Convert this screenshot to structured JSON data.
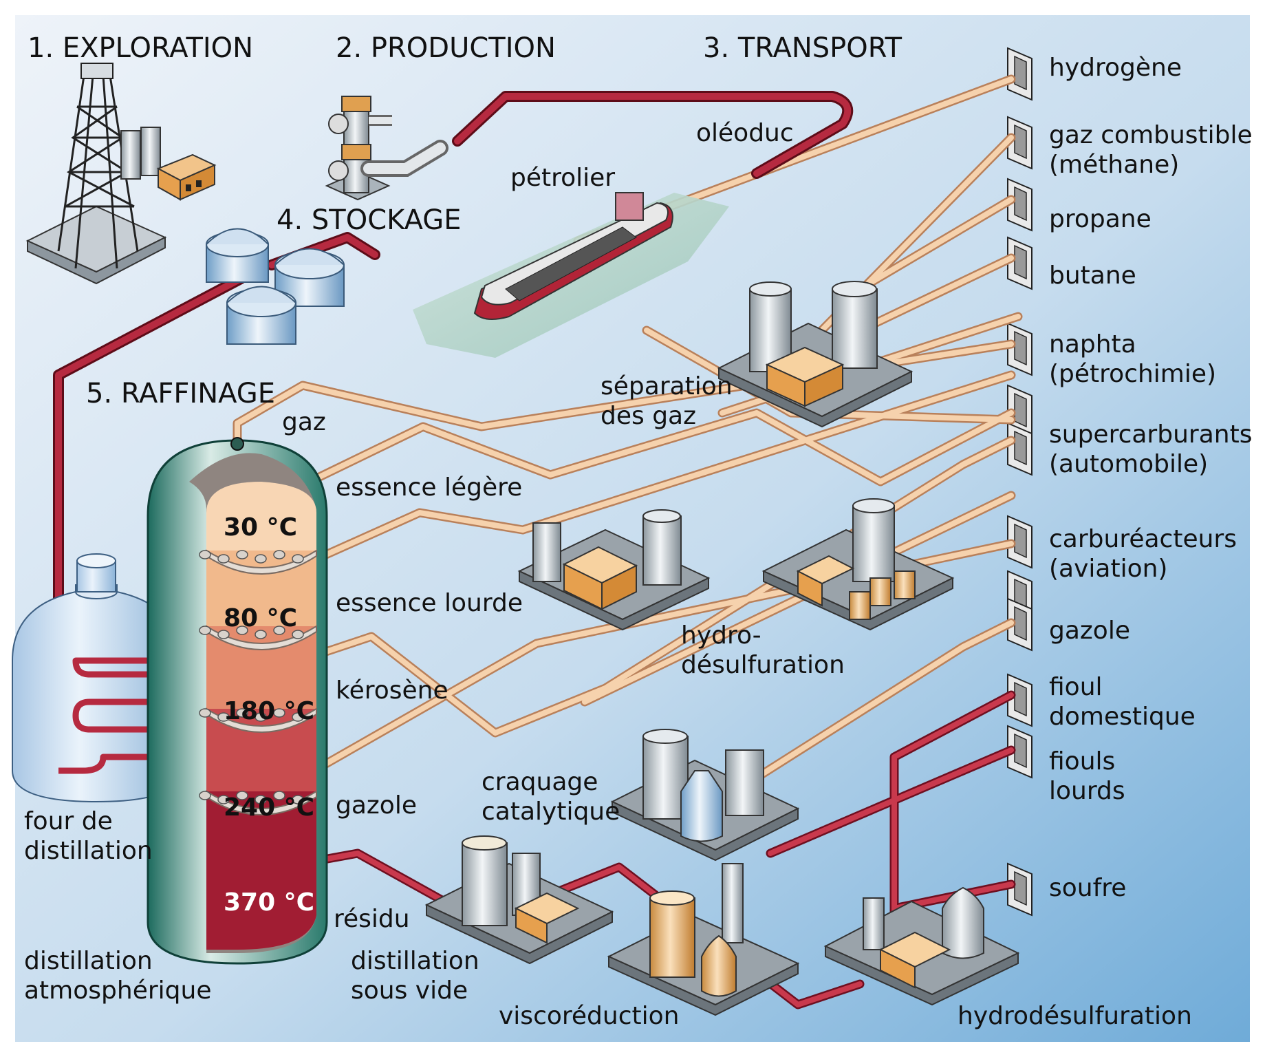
{
  "stages": {
    "exploration": "1. EXPLORATION",
    "production": "2. PRODUCTION",
    "transport": "3. TRANSPORT",
    "stockage": "4. STOCKAGE",
    "raffinage": "5. RAFFINAGE"
  },
  "transport_labels": {
    "oleoduc": "oléoduc",
    "petrolier": "pétrolier"
  },
  "column": {
    "temperatures": [
      "30 °C",
      "80 °C",
      "180 °C",
      "240 °C",
      "370 °C"
    ],
    "fractions": [
      "gaz",
      "essence légère",
      "essence lourde",
      "kérosène",
      "gazole",
      "résidu"
    ],
    "furnace": [
      "four de",
      "distillation"
    ],
    "atmospheric": [
      "distillation",
      "atmosphérique"
    ]
  },
  "units": {
    "separation": [
      "séparation",
      "des gaz"
    ],
    "hydro1": [
      "hydro-",
      "désulfuration"
    ],
    "craquage": [
      "craquage",
      "catalytique"
    ],
    "vide": [
      "distillation",
      "sous vide"
    ],
    "visco": "viscoréduction",
    "hydro2": "hydrodésulfuration"
  },
  "products": [
    [
      "hydrogène"
    ],
    [
      "gaz combustible",
      "(méthane)"
    ],
    [
      "propane"
    ],
    [
      "butane"
    ],
    [
      "naphta",
      "(pétrochimie)"
    ],
    [
      "supercarburants",
      "(automobile)"
    ],
    [
      "carburéacteurs",
      "(aviation)"
    ],
    [
      "gazole"
    ],
    [
      "fioul",
      "domestique"
    ],
    [
      "fiouls",
      "lourds"
    ],
    [
      "soufre"
    ]
  ],
  "colors": {
    "background_top": "#e8eff8",
    "background_bottom": "#7fb3db",
    "crude_pipe": "#9e1b32",
    "light_pipe": "#f2c9a0",
    "column_green": "#1f6e62",
    "unit_orange": "#e0a050",
    "tank_silver": "#b9c3c9"
  }
}
